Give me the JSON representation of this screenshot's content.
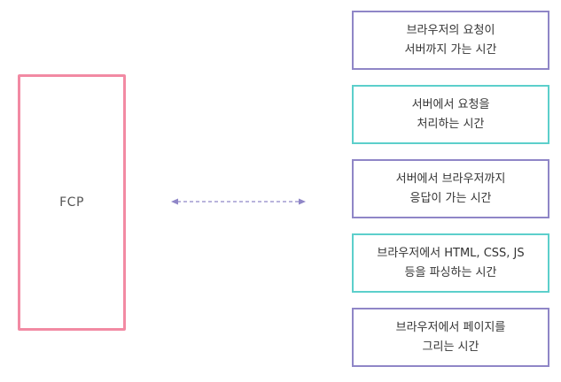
{
  "fcp": {
    "label": "FCP"
  },
  "colors": {
    "fcp_border": "#f28aa3",
    "purple_border": "#8f86c7",
    "teal_border": "#5ccfcb",
    "arrow": "#8f86c7"
  },
  "steps": [
    {
      "line1": "브라우저의 요청이",
      "line2": "서버까지 가는 시간",
      "accent": "purple"
    },
    {
      "line1": "서버에서 요청을",
      "line2": "처리하는 시간",
      "accent": "teal"
    },
    {
      "line1": "서버에서 브라우저까지",
      "line2": "응답이 가는 시간",
      "accent": "purple"
    },
    {
      "line1": "브라우저에서 HTML, CSS, JS",
      "line2": "등을 파싱하는 시간",
      "accent": "teal"
    },
    {
      "line1": "브라우저에서 페이지를",
      "line2": "그리는 시간",
      "accent": "purple"
    }
  ]
}
